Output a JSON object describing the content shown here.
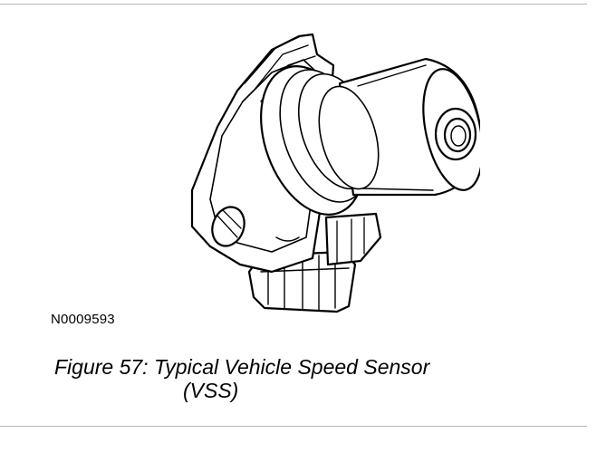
{
  "figure": {
    "part_number": "N0009593",
    "caption_line1": "Figure 57: Typical Vehicle Speed Sensor",
    "caption_line2": "(VSS)"
  }
}
